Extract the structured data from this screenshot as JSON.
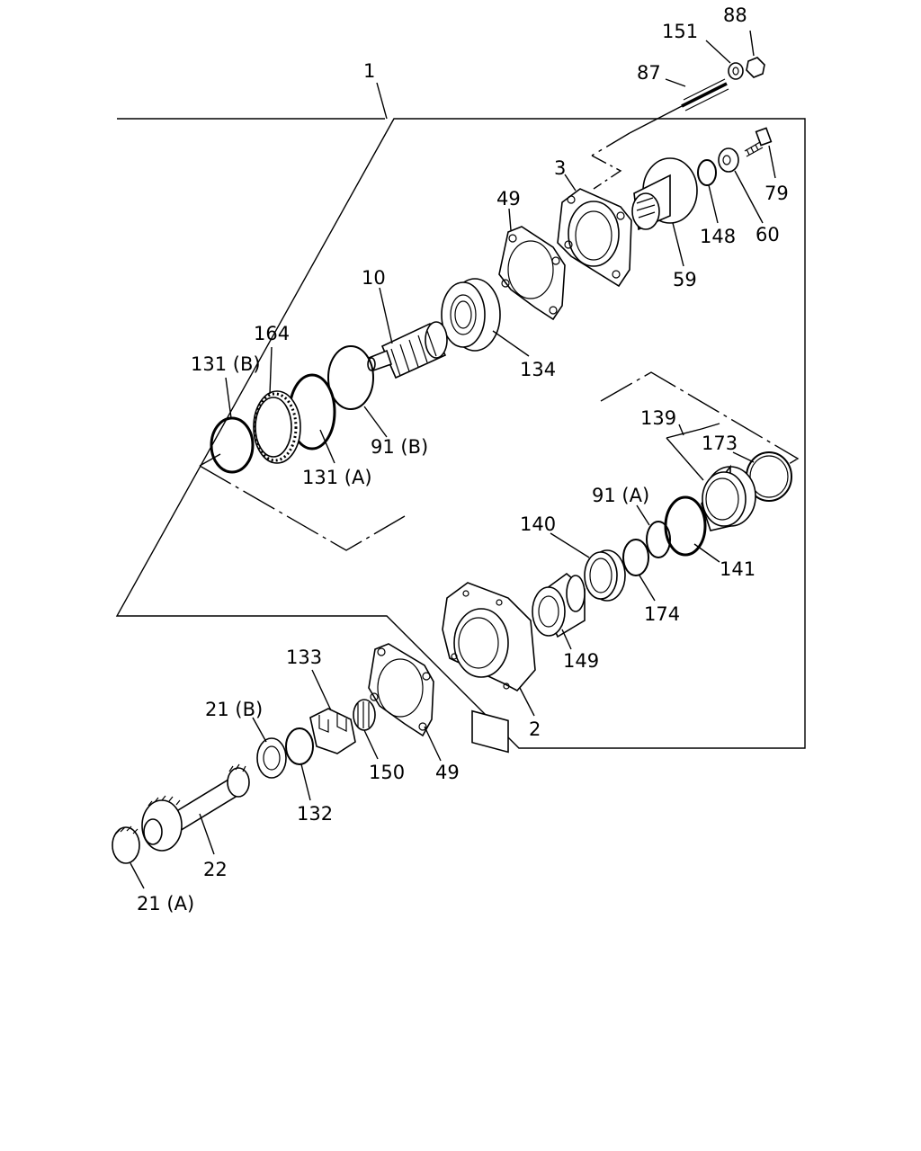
{
  "labels": {
    "l1": "1",
    "l2": "2",
    "l3": "3",
    "l10": "10",
    "l21a": "21 (A)",
    "l21b": "21 (B)",
    "l22": "22",
    "l49a": "49",
    "l49b": "49",
    "l59": "59",
    "l60": "60",
    "l79": "79",
    "l87": "87",
    "l88": "88",
    "l91a": "91 (A)",
    "l91b": "91 (B)",
    "l131a": "131 (A)",
    "l131b": "131 (B)",
    "l132": "132",
    "l133": "133",
    "l134": "134",
    "l139": "139",
    "l140": "140",
    "l141": "141",
    "l148": "148",
    "l149": "149",
    "l150": "150",
    "l151": "151",
    "l164": "164",
    "l173": "173",
    "l174": "174"
  }
}
